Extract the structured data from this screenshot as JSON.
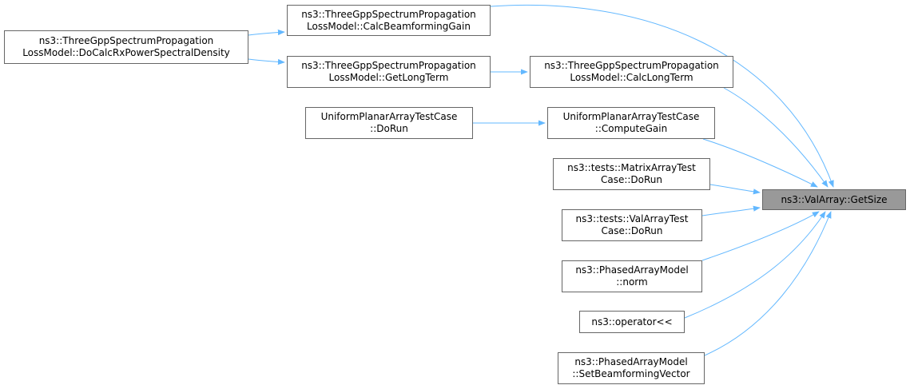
{
  "graph": {
    "target": {
      "id": "getsize",
      "lines": [
        "ns3::ValArray::GetSize"
      ]
    },
    "nodes": [
      {
        "id": "calcbeam",
        "lines": [
          "ns3::ThreeGppSpectrumPropagation",
          "LossModel::CalcBeamformingGain"
        ]
      },
      {
        "id": "docalc",
        "lines": [
          "ns3::ThreeGppSpectrumPropagation",
          "LossModel::DoCalcRxPowerSpectralDensity"
        ]
      },
      {
        "id": "getlong",
        "lines": [
          "ns3::ThreeGppSpectrumPropagation",
          "LossModel::GetLongTerm"
        ]
      },
      {
        "id": "calclong",
        "lines": [
          "ns3::ThreeGppSpectrumPropagation",
          "LossModel::CalcLongTerm"
        ]
      },
      {
        "id": "upadorun",
        "lines": [
          "UniformPlanarArrayTestCase",
          "::DoRun"
        ]
      },
      {
        "id": "computegain",
        "lines": [
          "UniformPlanarArrayTestCase",
          "::ComputeGain"
        ]
      },
      {
        "id": "matrixdorun",
        "lines": [
          "ns3::tests::MatrixArrayTest",
          "Case::DoRun"
        ]
      },
      {
        "id": "valdorun",
        "lines": [
          "ns3::tests::ValArrayTest",
          "Case::DoRun"
        ]
      },
      {
        "id": "norm",
        "lines": [
          "ns3::PhasedArrayModel",
          "::norm"
        ]
      },
      {
        "id": "operator",
        "lines": [
          "ns3::operator<<"
        ]
      },
      {
        "id": "setbeam",
        "lines": [
          "ns3::PhasedArrayModel",
          "::SetBeamformingVector"
        ]
      }
    ],
    "edges": [
      {
        "from": "docalc",
        "to": "calcbeam"
      },
      {
        "from": "docalc",
        "to": "getlong"
      },
      {
        "from": "getlong",
        "to": "calclong"
      },
      {
        "from": "upadorun",
        "to": "computegain"
      },
      {
        "from": "calcbeam",
        "to": "getsize"
      },
      {
        "from": "calclong",
        "to": "getsize"
      },
      {
        "from": "computegain",
        "to": "getsize"
      },
      {
        "from": "matrixdorun",
        "to": "getsize"
      },
      {
        "from": "valdorun",
        "to": "getsize"
      },
      {
        "from": "norm",
        "to": "getsize"
      },
      {
        "from": "operator",
        "to": "getsize"
      },
      {
        "from": "setbeam",
        "to": "getsize"
      }
    ],
    "colors": {
      "edge": "#63b8ff",
      "node_border": "#666666",
      "target_fill": "#999999"
    }
  }
}
